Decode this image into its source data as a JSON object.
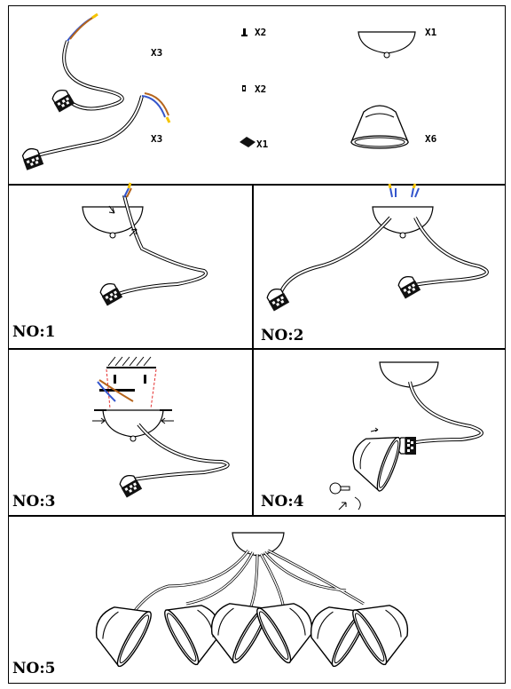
{
  "parts": {
    "cable_set_qty_a": "X3",
    "cable_set_qty_b": "X3",
    "screw_qty": "X2",
    "nut_qty": "X2",
    "connector_qty": "X1",
    "canopy_qty": "X1",
    "shade_qty": "X6"
  },
  "steps": {
    "s1": "NO:1",
    "s2": "NO:2",
    "s3": "NO:3",
    "s4": "NO:4",
    "s5": "NO:5"
  },
  "colors": {
    "line": "#000000",
    "wire_yellow": "#f5c400",
    "wire_blue": "#3355cc",
    "wire_brown": "#b5651d",
    "wire_red_dash": "#e53030"
  }
}
